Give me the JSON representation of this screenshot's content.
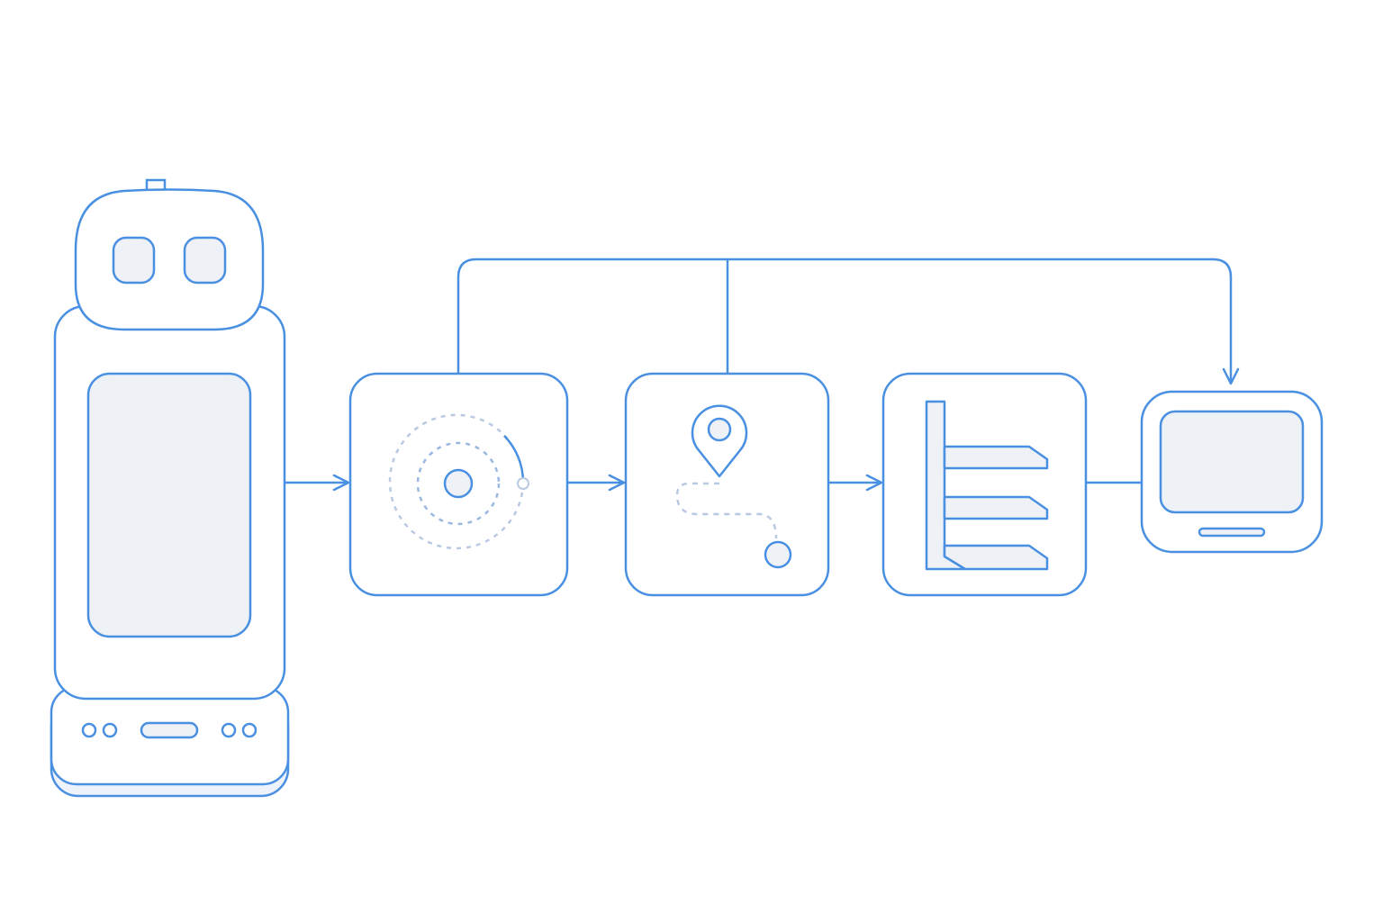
{
  "colors": {
    "background": "#ffffff",
    "stroke": "#4a90e2",
    "fill_light": "#eef1f6",
    "dashed": "#b9c9e2"
  },
  "nodes": [
    {
      "id": "robot",
      "icon": "robot-icon"
    },
    {
      "id": "scan",
      "icon": "radar-scan-icon"
    },
    {
      "id": "route",
      "icon": "location-route-icon"
    },
    {
      "id": "shelves",
      "icon": "shelf-rack-icon"
    },
    {
      "id": "display",
      "icon": "monitor-icon"
    }
  ]
}
